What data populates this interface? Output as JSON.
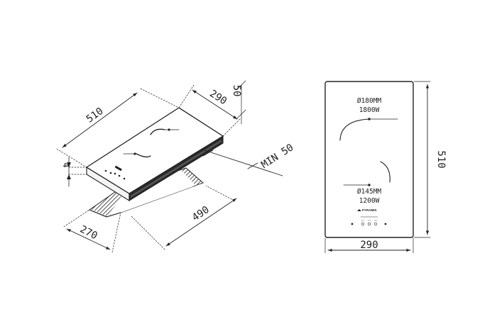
{
  "iso_view": {
    "length": "510",
    "width": "290",
    "height": "50",
    "thickness": "4",
    "clearance": "MIN 50",
    "cutout_width": "270",
    "cutout_length": "490"
  },
  "top_view": {
    "rear_zone_diameter": "Ø180MM",
    "rear_zone_power": "1800W",
    "front_zone_diameter": "Ø145MM",
    "front_zone_power": "1200W",
    "brand": "PYRAMIS",
    "width": "290",
    "length": "510"
  },
  "colors": {
    "line": "#222222",
    "glass": "#ffffff",
    "cavity": "#1a1a1a"
  }
}
